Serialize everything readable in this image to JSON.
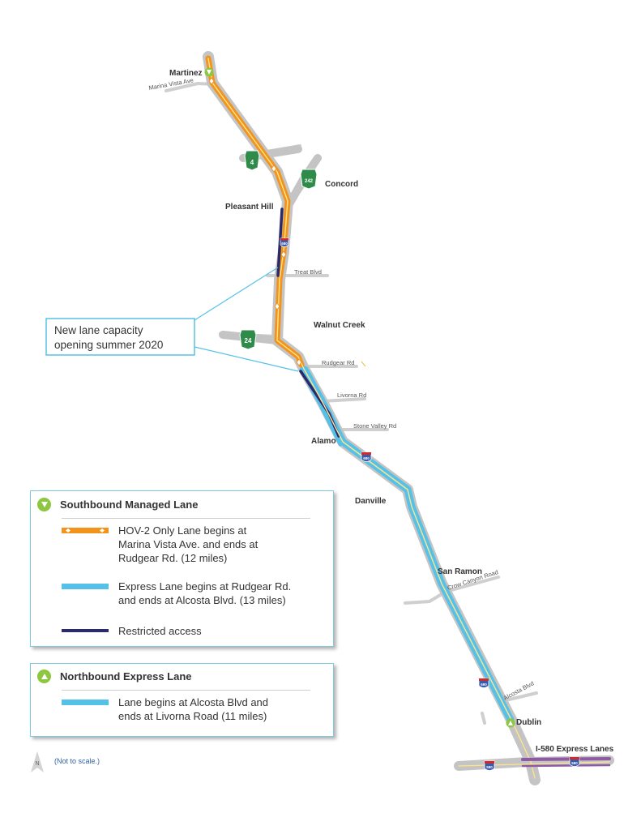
{
  "cities": {
    "martinez": "Martinez",
    "concord": "Concord",
    "pleasant_hill": "Pleasant Hill",
    "walnut_creek": "Walnut Creek",
    "alamo": "Alamo",
    "danville": "Danville",
    "san_ramon": "San Ramon",
    "dublin": "Dublin"
  },
  "roads": {
    "marina_vista": "Marina Vista Ave",
    "treat": "Treat Blvd",
    "rudgear": "Rudgear Rd",
    "livorna": "Livorna Rd",
    "stone_valley": "Stone Valley Rd",
    "crow_canyon": "Crow Canyon Road",
    "alcosta": "Alcosta Blvd"
  },
  "shields": {
    "ca4": "4",
    "ca242": "242",
    "ca24": "24",
    "i680": "680",
    "i580": "580"
  },
  "callout": {
    "line1": "New lane capacity",
    "line2": "opening summer 2020"
  },
  "express_lanes_label": "I-580 Express Lanes",
  "legend": {
    "southbound": {
      "title": "Southbound Managed Lane",
      "hov": "HOV-2 Only Lane begins at\nMarina Vista Ave. and ends at\nRudgear Rd. (12 miles)",
      "express": "Express Lane begins at Rudgear Rd.\nand ends at Alcosta Blvd. (13 miles)",
      "restricted": "Restricted access"
    },
    "northbound": {
      "title": "Northbound Express Lane",
      "lane": "Lane begins at Alcosta Blvd and\nends at Livorna Road (11 miles)"
    }
  },
  "north_label": "N",
  "scale_note": "(Not to scale.)",
  "colors": {
    "hov": "#f2931c",
    "express": "#56c1e8",
    "restricted": "#2b2a6b",
    "road": "#c4c4c4",
    "centerline": "#ffe38a",
    "state_route": "#2e8b4a",
    "interstate": "#3a5ba9",
    "accent_green": "#8dc63f",
    "purple": "#8e5aa6"
  }
}
